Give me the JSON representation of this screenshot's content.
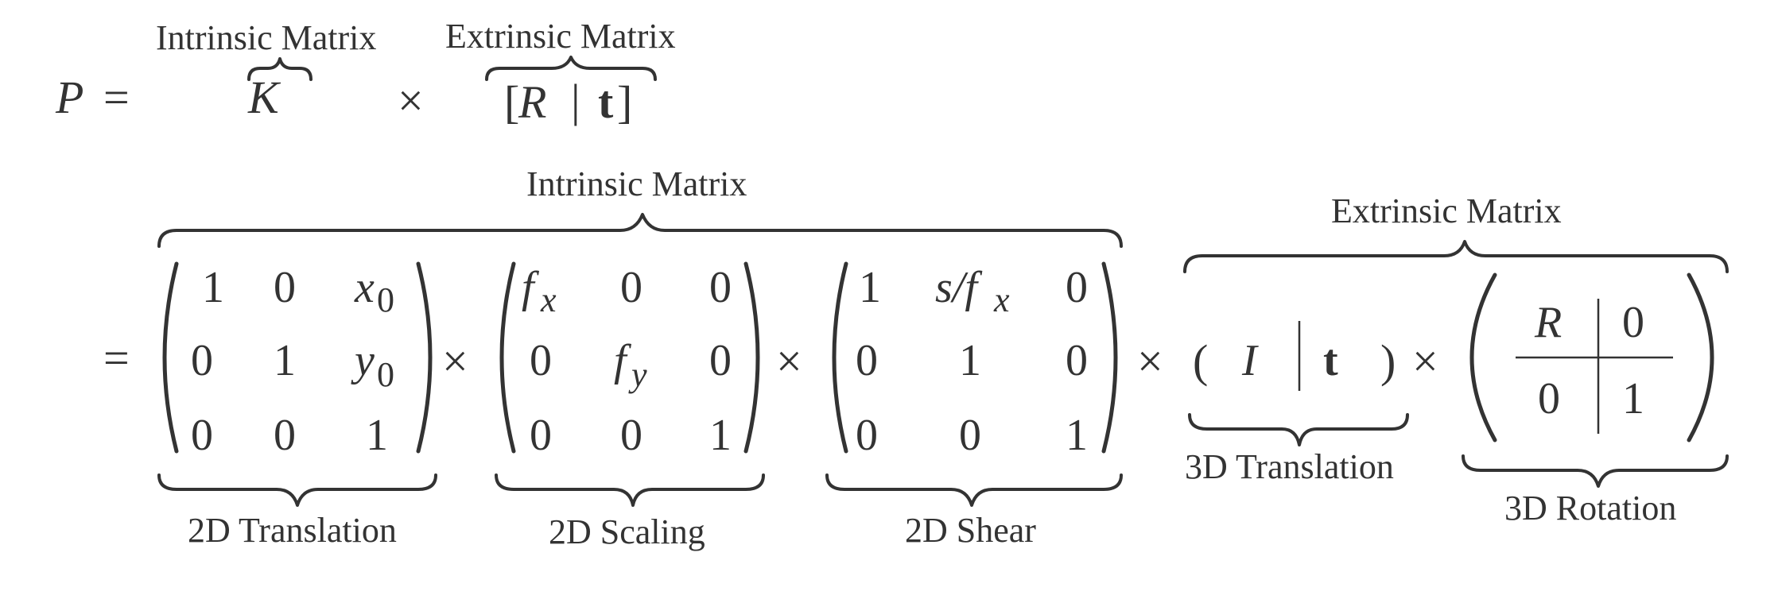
{
  "row1": {
    "lhs": "P",
    "equals": "=",
    "intrinsic_label": "Intrinsic Matrix",
    "intrinsic_symbol": "K",
    "times": "×",
    "extrinsic_label": "Extrinsic Matrix",
    "extrinsic_open": "[",
    "extrinsic_R": "R",
    "extrinsic_bar": "|",
    "extrinsic_t": "t",
    "extrinsic_close": "]"
  },
  "row2": {
    "equals": "=",
    "times": "×",
    "intrinsic_label": "Intrinsic Matrix",
    "extrinsic_label": "Extrinsic Matrix",
    "translation2d": {
      "label": "2D Translation",
      "cells": [
        "1",
        "0",
        "x",
        "0",
        "1",
        "y",
        "0",
        "0",
        "1"
      ],
      "sub_x": "0",
      "sub_y": "0"
    },
    "scaling2d": {
      "label": "2D Scaling",
      "cells": [
        "f",
        "0",
        "0",
        "0",
        "f",
        "0",
        "0",
        "0",
        "1"
      ],
      "sub_fx": "x",
      "sub_fy": "y"
    },
    "shear2d": {
      "label": "2D Shear",
      "cells": [
        "1",
        "s/f",
        "0",
        "0",
        "1",
        "0",
        "0",
        "0",
        "1"
      ],
      "sub_fx": "x"
    },
    "translation3d": {
      "label": "3D Translation",
      "open": "(",
      "I": "I",
      "t": "t",
      "close": ")"
    },
    "rotation3d": {
      "label": "3D Rotation",
      "cells": [
        "R",
        "0",
        "0",
        "1"
      ]
    }
  }
}
